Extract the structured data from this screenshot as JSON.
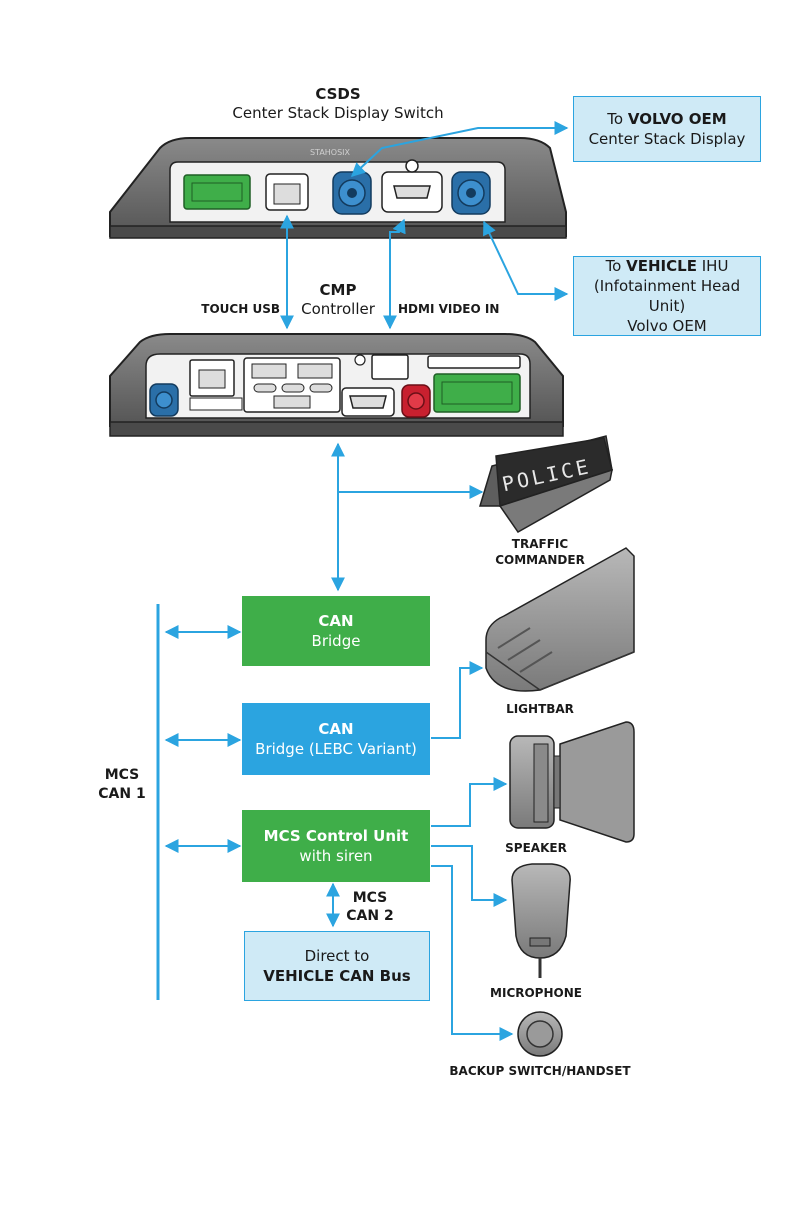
{
  "csds": {
    "title": "CSDS",
    "subtitle": "Center Stack Display Switch",
    "brand": "STAHOSIX"
  },
  "cmp": {
    "title": "CMP",
    "subtitle": "Controller"
  },
  "links": {
    "touch_usb": "TOUCH USB",
    "hdmi_video_in": "HDMI VIDEO IN"
  },
  "volvo_box": {
    "prefix": "To",
    "bold": "VOLVO OEM",
    "line2": "Center Stack Display"
  },
  "ihu_box": {
    "prefix": "To",
    "bold": "VEHICLE",
    "suffix": "IHU",
    "line2": "(Infotainment Head Unit)",
    "line3": "Volvo OEM"
  },
  "can_bridge": {
    "line1": "CAN",
    "line2": "Bridge"
  },
  "can_bridge_lebc": {
    "line1": "CAN",
    "line2": "Bridge (LEBC Variant)"
  },
  "control_unit": {
    "line1": "MCS Control Unit",
    "line2": "with siren"
  },
  "vehicle_can": {
    "line1": "Direct to",
    "line2": "VEHICLE CAN Bus"
  },
  "bus_labels": {
    "can1_l1": "MCS",
    "can1_l2": "CAN 1",
    "can2_l1": "MCS",
    "can2_l2": "CAN 2"
  },
  "devices": {
    "traffic_commander_l1": "TRAFFIC",
    "traffic_commander_l2": "COMMANDER",
    "traffic_commander_sign": "POLICE",
    "lightbar": "LIGHTBAR",
    "speaker": "SPEAKER",
    "microphone": "MICROPHONE",
    "backup_switch": "BACKUP SWITCH/HANDSET"
  },
  "colors": {
    "arrow": "#2ba4e0",
    "green": "#3fae49",
    "blue": "#2ba4e0",
    "light_blue": "#cfeaf6",
    "device_grey": "#6b6b6b",
    "port_red": "#c8202f"
  }
}
